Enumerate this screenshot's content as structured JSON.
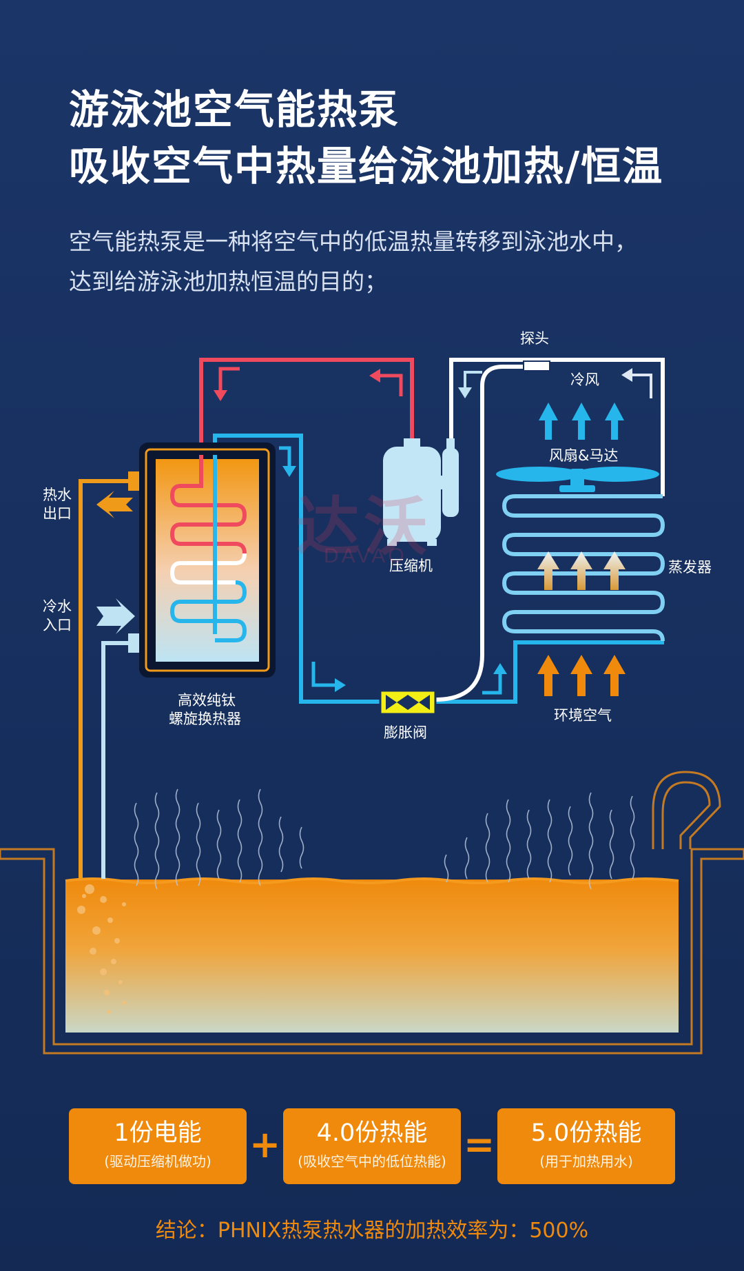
{
  "title": {
    "line1": "游泳池空气能热泵",
    "line2": "吸收空气中热量给泳池加热/恒温"
  },
  "intro": {
    "line1": "空气能热泵是一种将空气中的低温热量转移到泳池水中，",
    "line2": "达到给游泳池加热恒温的目的；"
  },
  "watermark": {
    "cn": "达沃",
    "en": "DAVAO"
  },
  "diagram_labels": {
    "probe": "探头",
    "cold_wind": "冷风",
    "fan_motor": "风扇&马达",
    "evaporator": "蒸发器",
    "ambient_air": "环境空气",
    "compressor": "压缩机",
    "expansion_valve": "膨胀阀",
    "exchanger_line1": "高效纯钛",
    "exchanger_line2": "螺旋换热器",
    "hot_out_line1": "热水",
    "hot_out_line2": "出口",
    "cold_in_line1": "冷水",
    "cold_in_line2": "入口"
  },
  "colors": {
    "hot_pipe": "#ef4a5e",
    "cold_pipe": "#27b6ec",
    "white_pipe": "#ffffff",
    "water": "#ef8a0d",
    "valve": "#f3ef16"
  },
  "formula": {
    "box1_main": "1份电能",
    "box1_sub": "(驱动压缩机做功)",
    "plus": "+",
    "box2_main": "4.0份热能",
    "box2_sub": "(吸收空气中的低位热能)",
    "equals": "=",
    "box3_main": "5.0份热能",
    "box3_sub": "(用于加热用水)"
  },
  "conclusion": "结论：PHNIX热泵热水器的加热效率为：500%"
}
